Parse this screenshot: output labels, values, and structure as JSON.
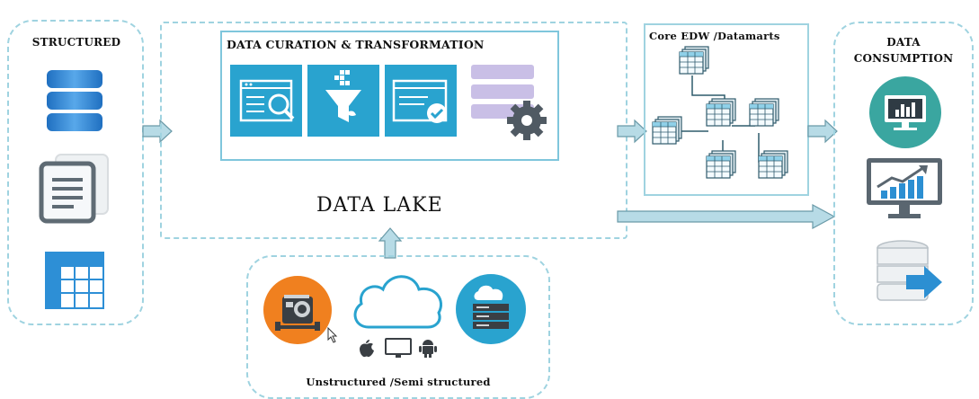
{
  "left": {
    "title": "STRUCTURED",
    "icons": [
      "database-icon",
      "document-stack-icon",
      "table-grid-icon"
    ]
  },
  "lake": {
    "title": "DATA CURATION & TRANSFORMATION",
    "label": "DATA LAKE",
    "tiles": [
      "code-search-icon",
      "funnel-filter-icon",
      "validated-window-icon",
      "layers-gear-icon"
    ]
  },
  "edw": {
    "title": "Core EDW /Datamarts"
  },
  "right": {
    "title_line1": "DATA",
    "title_line2": "CONSUMPTION",
    "icons": [
      "dashboard-monitor-icon",
      "growth-chart-monitor-icon",
      "database-export-icon"
    ]
  },
  "bottom": {
    "label": "Unstructured /Semi structured",
    "icons": [
      "camera-icon",
      "cloud-icon",
      "cloud-server-icon",
      "apple-icon",
      "monitor-icon",
      "android-icon"
    ]
  },
  "colors": {
    "accent": "#29a3cf",
    "dashed": "#9fd3e0",
    "arrow": "#b7dbe6",
    "orange": "#f0801f",
    "teal": "#3aa6a0"
  }
}
